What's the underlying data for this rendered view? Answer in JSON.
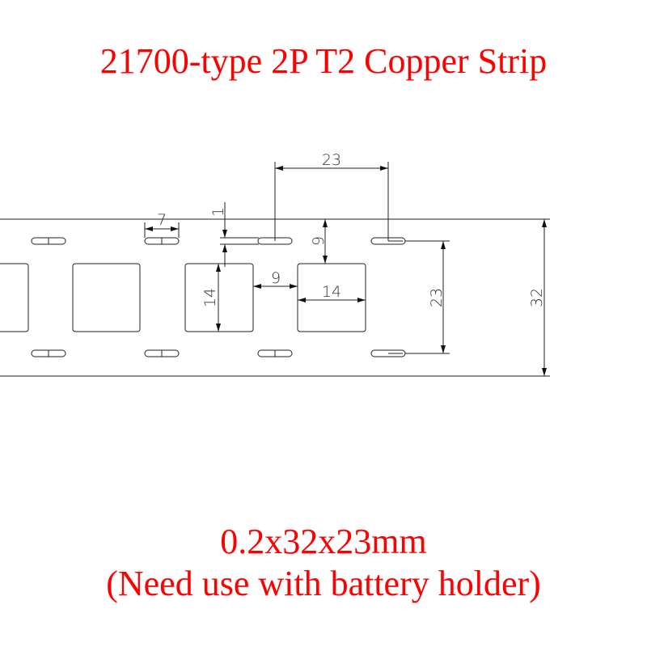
{
  "title": "21700-type 2P T2 Copper Strip",
  "spec": "0.2x32x23mm",
  "note": "(Need use with battery holder)",
  "dimensions": {
    "slot_length": "7",
    "slot_width": "1",
    "pitch_top": "23",
    "edge_to_square": "9",
    "square_height": "14",
    "square_gap": "9",
    "square_width": "14",
    "row_spacing": "23",
    "strip_width": "32"
  },
  "colors": {
    "text": "#ff0000",
    "lines": "#222222"
  }
}
